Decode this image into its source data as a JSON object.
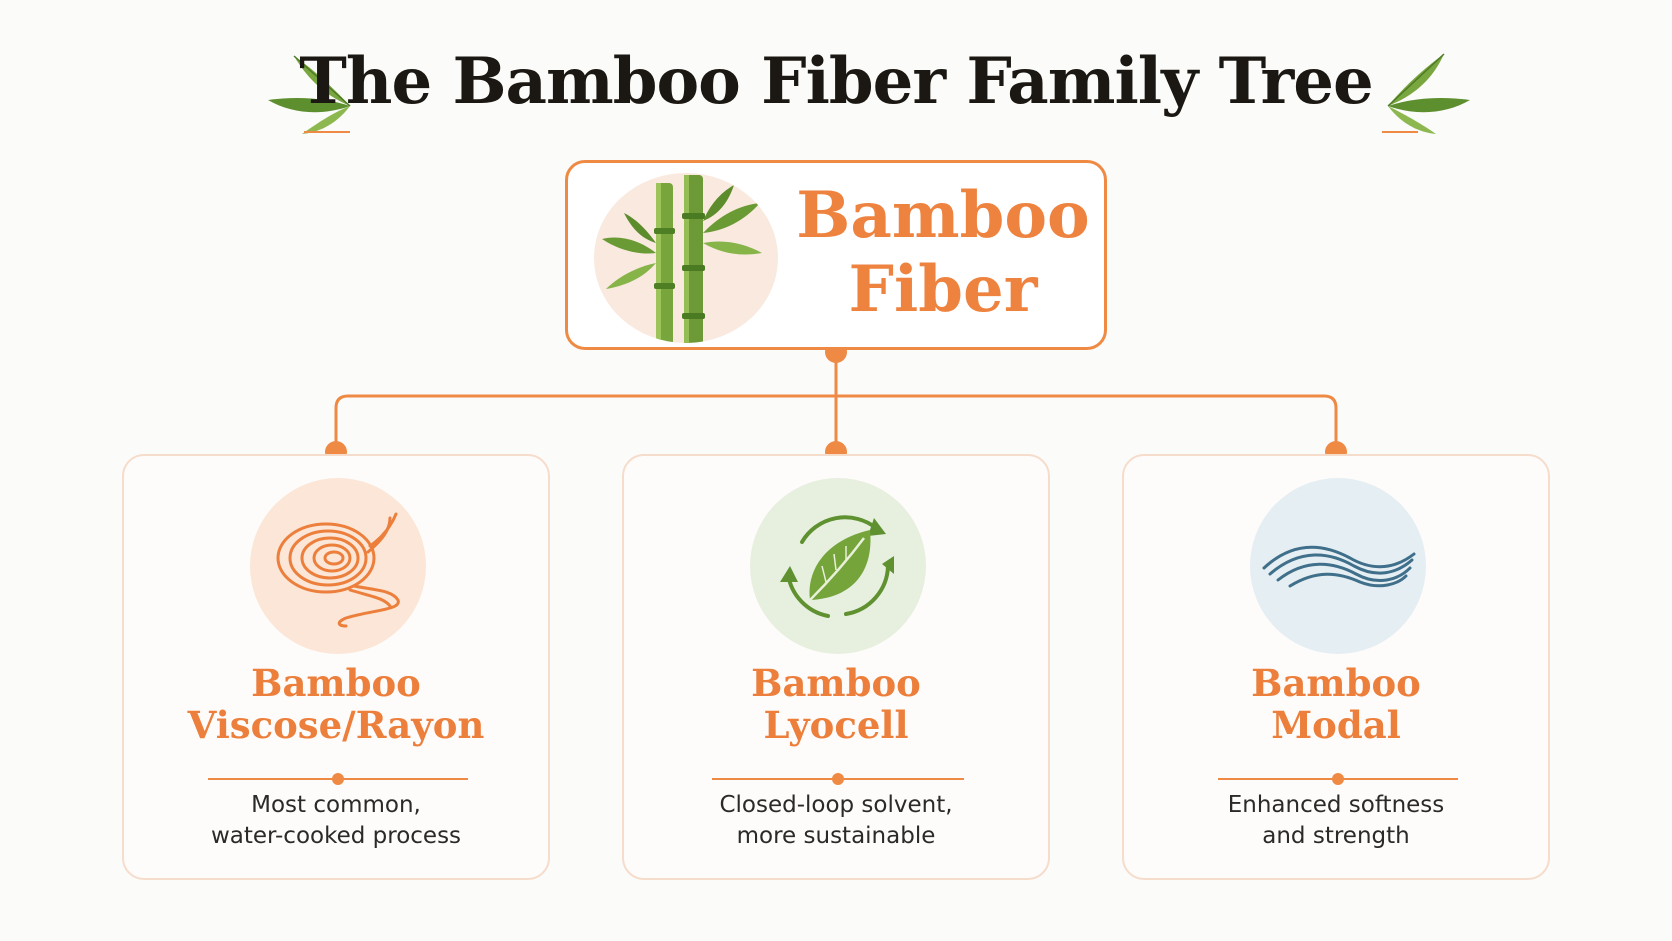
{
  "title": "The Bamboo Fiber Family Tree",
  "root": {
    "label_line1": "Bamboo",
    "label_line2": "Fiber",
    "icon": "bamboo-stalks-icon"
  },
  "children": [
    {
      "title_line1": "Bamboo",
      "title_line2": "Viscose/Rayon",
      "desc_line1": "Most common,",
      "desc_line2": "water-cooked process",
      "icon": "fiber-coil-icon"
    },
    {
      "title_line1": "Bamboo",
      "title_line2": "Lyocell",
      "desc_line1": "Closed-loop solvent,",
      "desc_line2": "more sustainable",
      "icon": "recycle-leaf-icon"
    },
    {
      "title_line1": "Bamboo",
      "title_line2": "Modal",
      "desc_line1": "Enhanced softness",
      "desc_line2": "and strength",
      "icon": "wave-icon"
    }
  ],
  "colors": {
    "accent": "#ee8340",
    "title": "#1b1712",
    "bamboo_green": "#6d9a3a",
    "card_border": "#f6dccb",
    "wave_blue": "#3f6f8a"
  }
}
